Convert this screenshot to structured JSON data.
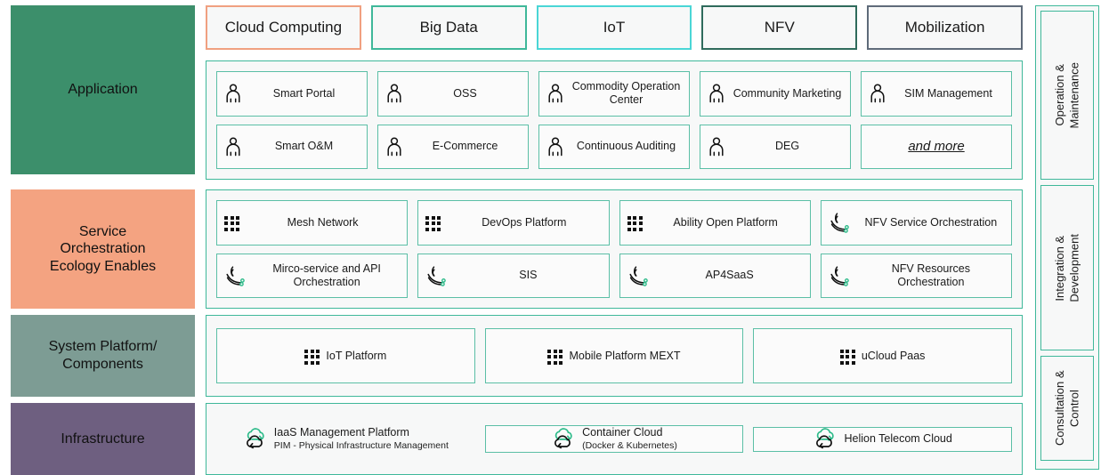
{
  "colors": {
    "teal_border": "#3fb89a",
    "application": "#3c8f6b",
    "service": "#f4a381",
    "system": "#7d9c94",
    "infrastructure": "#6e5f80",
    "tab_cloud": "#f0a080",
    "tab_bigdata": "#3fb89a",
    "tab_iot": "#4ad6d6",
    "tab_nfv": "#2f6b5c",
    "tab_mobilization": "#5f6b7a"
  },
  "tabs": [
    {
      "label": "Cloud Computing",
      "color": "#f0a080",
      "name": "tab-cloud-computing"
    },
    {
      "label": "Big Data",
      "color": "#3fb89a",
      "name": "tab-big-data"
    },
    {
      "label": "IoT",
      "color": "#4ad6d6",
      "name": "tab-iot"
    },
    {
      "label": "NFV",
      "color": "#2f6b5c",
      "name": "tab-nfv"
    },
    {
      "label": "Mobilization",
      "color": "#5f6b7a",
      "name": "tab-mobilization"
    }
  ],
  "layers": [
    {
      "label": "Application",
      "color": "#3c8f6b"
    },
    {
      "label": "Service\nOrchestration\nEcology Enables",
      "color": "#f4a381"
    },
    {
      "label": "System Platform/\nComponents",
      "color": "#7d9c94"
    },
    {
      "label": "Infrastructure",
      "color": "#6e5f80"
    }
  ],
  "application_items": [
    {
      "label": "Smart Portal",
      "icon": "person-icon"
    },
    {
      "label": "OSS",
      "icon": "person-icon"
    },
    {
      "label": "Commodity Operation Center",
      "icon": "person-icon"
    },
    {
      "label": "Community Marketing",
      "icon": "person-icon"
    },
    {
      "label": "SIM Management",
      "icon": "person-icon"
    },
    {
      "label": "Smart O&M",
      "icon": "person-icon"
    },
    {
      "label": "E-Commerce",
      "icon": "person-icon"
    },
    {
      "label": "Continuous Auditing",
      "icon": "person-icon"
    },
    {
      "label": "DEG",
      "icon": "person-icon"
    },
    {
      "label": "and more",
      "icon": "none"
    }
  ],
  "service_items": [
    {
      "label": "Mesh Network",
      "icon": "grid-dots-icon"
    },
    {
      "label": "DevOps Platform",
      "icon": "grid-dots-icon"
    },
    {
      "label": "Ability Open Platform",
      "icon": "grid-dots-icon"
    },
    {
      "label": "NFV Service Orchestration",
      "icon": "orchestration-icon"
    },
    {
      "label": "Mirco-service and API Orchestration",
      "icon": "orchestration-icon"
    },
    {
      "label": "SIS",
      "icon": "orchestration-icon"
    },
    {
      "label": "AP4SaaS",
      "icon": "orchestration-icon"
    },
    {
      "label": "NFV Resources Orchestration",
      "icon": "orchestration-icon"
    }
  ],
  "system_items": [
    {
      "label": "IoT Platform",
      "icon": "grid-dots-icon"
    },
    {
      "label": "Mobile Platform MEXT",
      "icon": "grid-dots-icon"
    },
    {
      "label": "uCloud Paas",
      "icon": "grid-dots-icon"
    }
  ],
  "infrastructure_items": [
    {
      "label": "IaaS Management Platform",
      "sublabel": "PIM - Physical Infrastructure Management",
      "icon": "cloud-icon",
      "bordered": false
    },
    {
      "label": "Container Cloud",
      "sublabel": "(Docker & Kubernetes)",
      "icon": "cloud-icon",
      "bordered": true
    },
    {
      "label": "Helion Telecom Cloud",
      "sublabel": "",
      "icon": "cloud-icon",
      "bordered": true
    }
  ],
  "side_panels": [
    {
      "label": "Operation &\nMaintenance"
    },
    {
      "label": "Integration &\nDevelopment"
    },
    {
      "label": "Consultation & Control"
    }
  ]
}
